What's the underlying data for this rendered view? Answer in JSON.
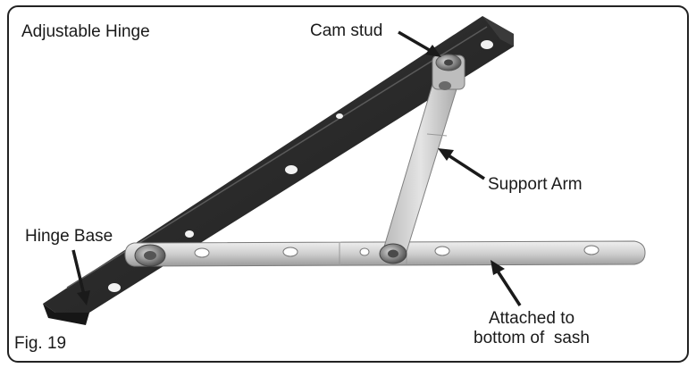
{
  "figure": {
    "title": "Adjustable Hinge",
    "figure_number": "Fig. 19"
  },
  "labels": {
    "cam_stud": "Cam stud",
    "support_arm": "Support Arm",
    "hinge_base": "Hinge Base",
    "attached_line1": "Attached to",
    "attached_line2": "bottom of  sash"
  },
  "colors": {
    "base_dark": "#2b2b2b",
    "base_edge": "#555555",
    "arm_light": "#c9c9c9",
    "arm_highlight": "#e6e6e6",
    "arm_shadow": "#8c8c8c",
    "rivet": "#6e6e6e",
    "text": "#1a1a1a"
  }
}
